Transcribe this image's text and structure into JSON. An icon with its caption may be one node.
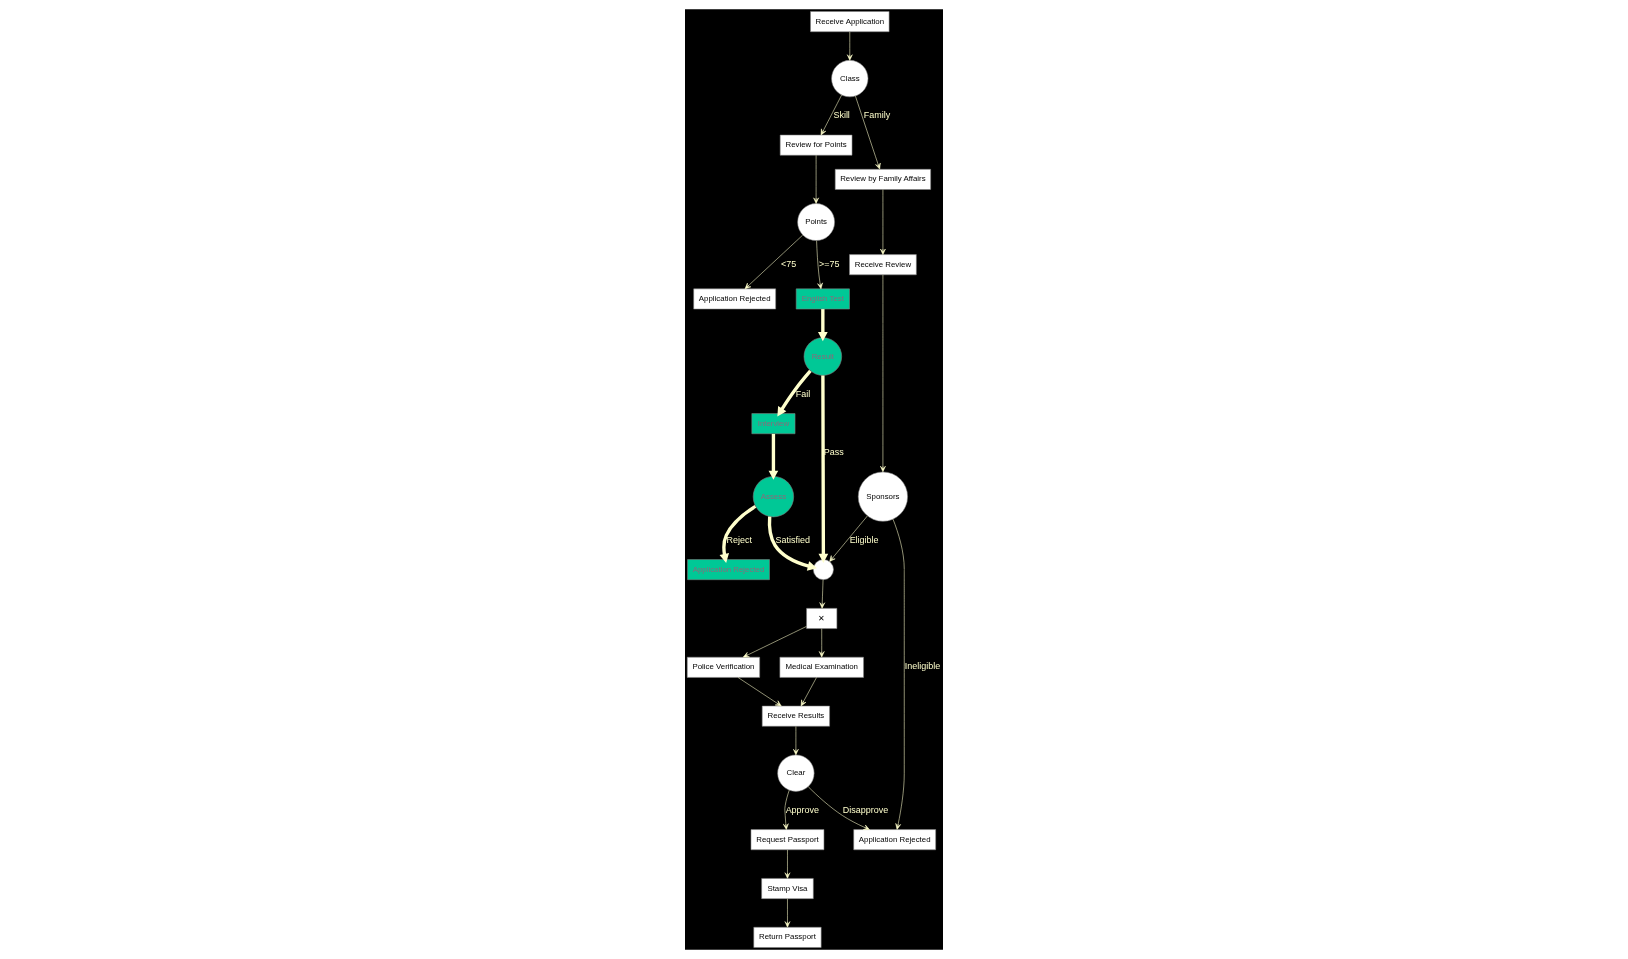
{
  "diagram": {
    "nodes": [
      {
        "text": [
          "Receive Application"
        ]
      },
      {
        "text": [
          "Class"
        ]
      },
      {
        "text": [
          "Review for Points"
        ]
      },
      {
        "text": [
          "Points"
        ]
      },
      {
        "text": [
          "Application Rejected"
        ]
      },
      {
        "text": [
          "English Test"
        ]
      },
      {
        "text": [
          "Result"
        ]
      },
      {
        "text": [
          "Interview"
        ]
      },
      {
        "text": [
          "Assess"
        ]
      },
      {
        "text": [
          "Application Rejected"
        ]
      },
      {
        "text": [
          "Review by Family Affairs"
        ]
      },
      {
        "text": [
          "Receive Review"
        ]
      },
      {
        "text": [
          "Sponsors"
        ]
      },
      {
        "text": [],
        "shape": "circle"
      },
      {
        "text": [
          "✕"
        ]
      },
      {
        "text": [
          "Police Verification"
        ]
      },
      {
        "text": [
          "Medical Examination"
        ]
      },
      {
        "text": [
          "Receive Results"
        ]
      },
      {
        "text": [
          "Clear"
        ]
      },
      {
        "text": [
          "Request Passport"
        ]
      },
      {
        "text": [
          "Stamp Visa"
        ]
      },
      {
        "text": [
          "Return Passport"
        ]
      },
      {
        "text": [
          "Application Rejected"
        ]
      }
    ],
    "edges": [
      {
        "from": 0,
        "to": 1,
        "arrow": "to"
      },
      {
        "from": 1,
        "to": 2,
        "arrow": "to",
        "label": "Skill"
      },
      {
        "from": 1,
        "to": 10,
        "arrow": "to",
        "label": "Family"
      },
      {
        "from": 2,
        "to": 3,
        "arrow": "to"
      },
      {
        "from": 3,
        "to": 4,
        "arrow": "to",
        "label": "<75"
      },
      {
        "from": 3,
        "to": 5,
        "arrow": "to",
        "label": ">=75"
      },
      {
        "from": 5,
        "to": 6,
        "arrow": "to",
        "style": "thick"
      },
      {
        "from": 6,
        "to": 7,
        "arrow": "to",
        "label": "Fail",
        "style": "thick"
      },
      {
        "from": 6,
        "to": 13,
        "arrow": "to",
        "label": "Pass",
        "style": "thick"
      },
      {
        "from": 7,
        "to": 8,
        "arrow": "to",
        "style": "thick"
      },
      {
        "from": 8,
        "to": 9,
        "arrow": "to",
        "label": "Reject",
        "style": "thick"
      },
      {
        "from": 8,
        "to": 13,
        "arrow": "to",
        "label": "Satisfied",
        "style": "thick"
      },
      {
        "from": 10,
        "to": 11,
        "arrow": "to"
      },
      {
        "from": 11,
        "to": 12,
        "arrow": "to"
      },
      {
        "from": 12,
        "to": 13,
        "arrow": "to",
        "label": "Eligible"
      },
      {
        "from": 12,
        "to": 22,
        "arrow": "to",
        "label": "Ineligible"
      },
      {
        "from": 13,
        "to": 14,
        "arrow": "to"
      },
      {
        "from": 14,
        "to": 15,
        "arrow": "to"
      },
      {
        "from": 14,
        "to": 16,
        "arrow": "to"
      },
      {
        "from": 15,
        "to": 17,
        "arrow": "to"
      },
      {
        "from": 16,
        "to": 17,
        "arrow": "to"
      },
      {
        "from": 17,
        "to": 18,
        "arrow": "to"
      },
      {
        "from": 18,
        "to": 19,
        "arrow": "to",
        "label": "Approve"
      },
      {
        "from": 18,
        "to": 22,
        "arrow": "to",
        "label": "Disapprove"
      },
      {
        "from": 19,
        "to": 20,
        "arrow": "to"
      },
      {
        "from": 20,
        "to": 21,
        "arrow": "to"
      }
    ]
  }
}
